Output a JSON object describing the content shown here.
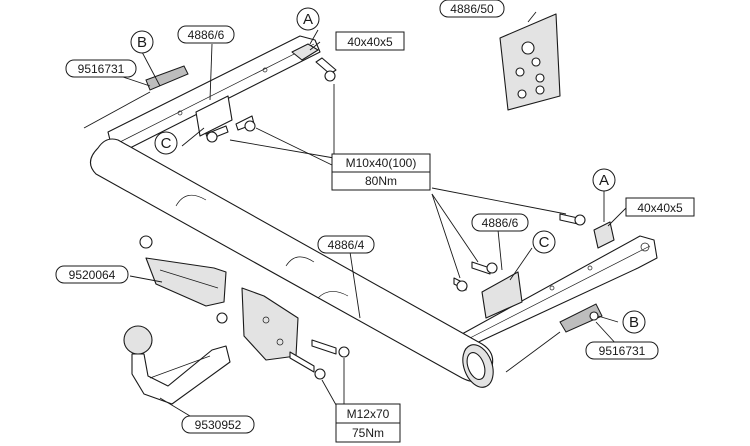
{
  "labels": {
    "b_top_circle": "B",
    "part_9516731_top": "9516731",
    "part_4886_6_top": "4886/6",
    "a_top_circle": "A",
    "plate_40x40x5_top": "40x40x5",
    "part_4886_50": "4886/50",
    "c_top_circle": "C",
    "bolt_m10_spec": "M10x40(100)",
    "bolt_m10_torque": "80Nm",
    "a_right_circle": "A",
    "plate_40x40x5_right": "40x40x5",
    "part_4886_6_right": "4886/6",
    "c_right_circle": "C",
    "part_4886_4": "4886/4",
    "part_9520064": "9520064",
    "b_right_circle": "B",
    "part_9516731_right": "9516731",
    "part_9530952": "9530952",
    "bolt_m12_spec": "M12x70",
    "bolt_m12_torque": "75Nm"
  }
}
